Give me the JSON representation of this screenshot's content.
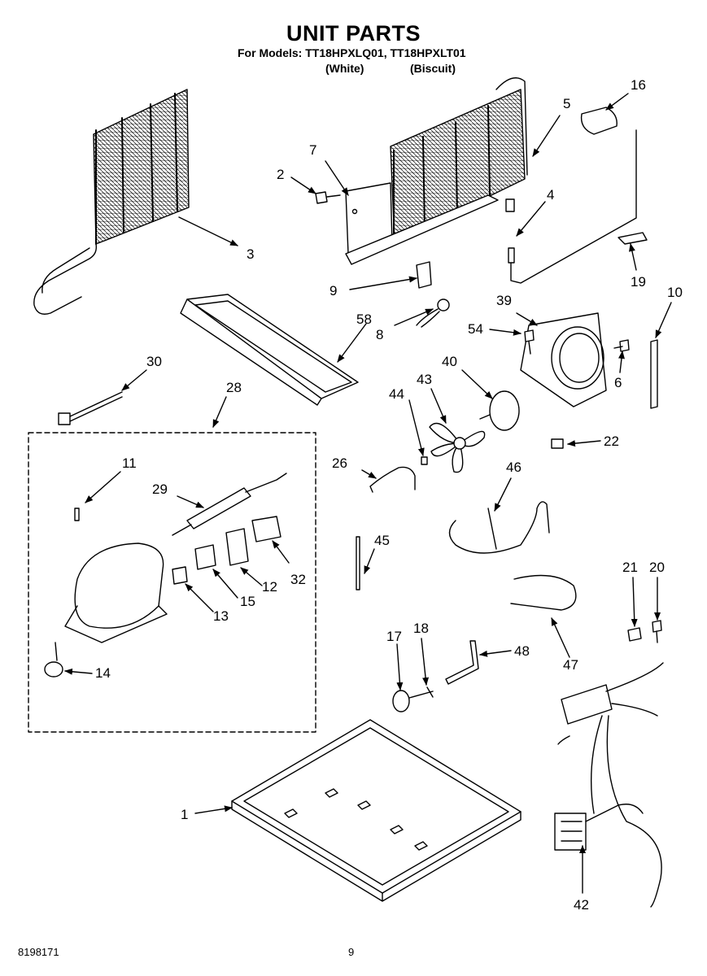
{
  "header": {
    "title": "UNIT PARTS",
    "models": "For Models: TT18HPXLQ01, TT18HPXLT01",
    "variant_white": "(White)",
    "variant_biscuit": "(Biscuit)"
  },
  "callouts": {
    "c1": "1",
    "c2": "2",
    "c3": "3",
    "c4": "4",
    "c5": "5",
    "c6": "6",
    "c7": "7",
    "c8": "8",
    "c9": "9",
    "c10": "10",
    "c11": "11",
    "c12": "12",
    "c13": "13",
    "c14": "14",
    "c15": "15",
    "c16": "16",
    "c17": "17",
    "c18": "18",
    "c19": "19",
    "c20": "20",
    "c21": "21",
    "c22": "22",
    "c26": "26",
    "c28": "28",
    "c29": "29",
    "c30": "30",
    "c32": "32",
    "c39": "39",
    "c40": "40",
    "c42": "42",
    "c43": "43",
    "c44": "44",
    "c45": "45",
    "c46": "46",
    "c47": "47",
    "c48": "48",
    "c54": "54",
    "c58": "58"
  },
  "footer": {
    "doc_number": "8198171",
    "page_number": "9"
  }
}
